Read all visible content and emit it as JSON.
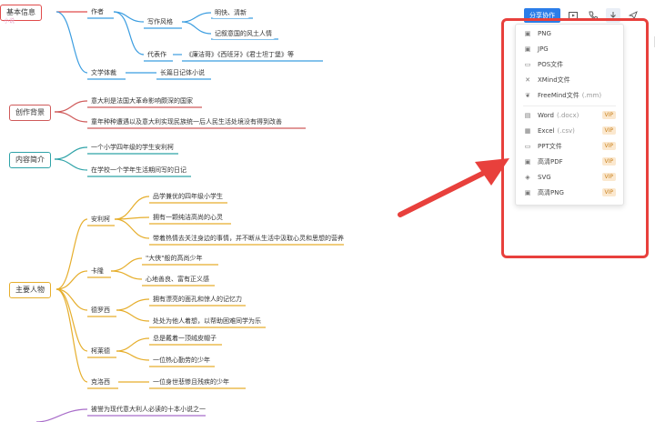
{
  "mindmap": {
    "basic_info": {
      "label": "基本信息",
      "color": "#e04a4a"
    },
    "pink_label": "小说",
    "author": {
      "label": "作者"
    },
    "writing_style": {
      "label": "写作风格",
      "items": [
        "明快、清新",
        "记叙意国的风土人情"
      ]
    },
    "works": {
      "label": "代表作",
      "items": [
        "《廉洁哥》《西班牙》《君士坦丁堡》等"
      ]
    },
    "literary_genre": {
      "label": "文学体裁",
      "items": [
        "长篇日记体小说"
      ]
    },
    "background": {
      "label": "创作背景",
      "color": "#cf5a5a",
      "items": [
        "意大利是法国大革命影响颇深的国家",
        "童年种种遭遇以及意大利实现民族统一后人民生活处境没有得到改善"
      ]
    },
    "summary": {
      "label": "内容简介",
      "color": "#2fa3a8",
      "items": [
        "一个小学四年级的学生安利柯",
        "在学校一个学年生活期间写的日记"
      ]
    },
    "characters": {
      "label": "主要人物",
      "color": "#e6ae2c",
      "people": [
        {
          "name": "安利柯",
          "traits": [
            "品学兼优的四年级小学生",
            "拥有一颗纯洁高尚的心灵",
            "带着热情去关注身边的事情，并不断从生活中汲取心灵和思想的营养"
          ]
        },
        {
          "name": "卡隆",
          "traits": [
            "\"大侠\"般的高尚少年",
            "心地善良、富有正义感"
          ]
        },
        {
          "name": "德罗西",
          "traits": [
            "拥有漂亮的面孔和惊人的记忆力",
            "处处为他人着想，以帮助困难同学为乐"
          ]
        },
        {
          "name": "柯莱德",
          "traits": [
            "总是戴着一顶绒皮帽子",
            "一位热心勤劳的少年"
          ]
        },
        {
          "name": "克洛西",
          "traits": [
            "一位身世悲惨且残疾的少年"
          ]
        }
      ]
    },
    "evaluation": {
      "color": "#a86cc9",
      "items": [
        "被誉为现代意大利人必读的十本小说之一"
      ]
    }
  },
  "toolbar": {
    "share_label": "分享协作",
    "icons": [
      "play-icon",
      "phone-icon",
      "download-icon",
      "send-icon"
    ]
  },
  "export_menu": {
    "items": [
      {
        "icon": "image-icon",
        "label": "PNG",
        "note": "",
        "vip": ""
      },
      {
        "icon": "image-icon",
        "label": "JPG",
        "note": "",
        "vip": ""
      },
      {
        "icon": "file-icon",
        "label": "POS文件",
        "note": "",
        "vip": ""
      },
      {
        "icon": "x-icon",
        "label": "XMind文件",
        "note": "",
        "vip": ""
      },
      {
        "icon": "freemind-icon",
        "label": "FreeMind文件",
        "note": "(.mm)",
        "vip": ""
      },
      {
        "icon": "word-icon",
        "label": "Word",
        "note": "(.docx)",
        "vip": "VIP"
      },
      {
        "icon": "excel-icon",
        "label": "Excel",
        "note": "(.csv)",
        "vip": "VIP"
      },
      {
        "icon": "ppt-icon",
        "label": "PPT文件",
        "note": "",
        "vip": "VIP"
      },
      {
        "icon": "pdf-icon",
        "label": "高清PDF",
        "note": "",
        "vip": "VIP"
      },
      {
        "icon": "svg-icon",
        "label": "SVG",
        "note": "",
        "vip": "VIP"
      },
      {
        "icon": "image-icon",
        "label": "高清PNG",
        "note": "",
        "vip": "VIP"
      }
    ]
  },
  "annotation": {
    "arrow_color": "#e8403c",
    "box_color": "#e8403c"
  }
}
